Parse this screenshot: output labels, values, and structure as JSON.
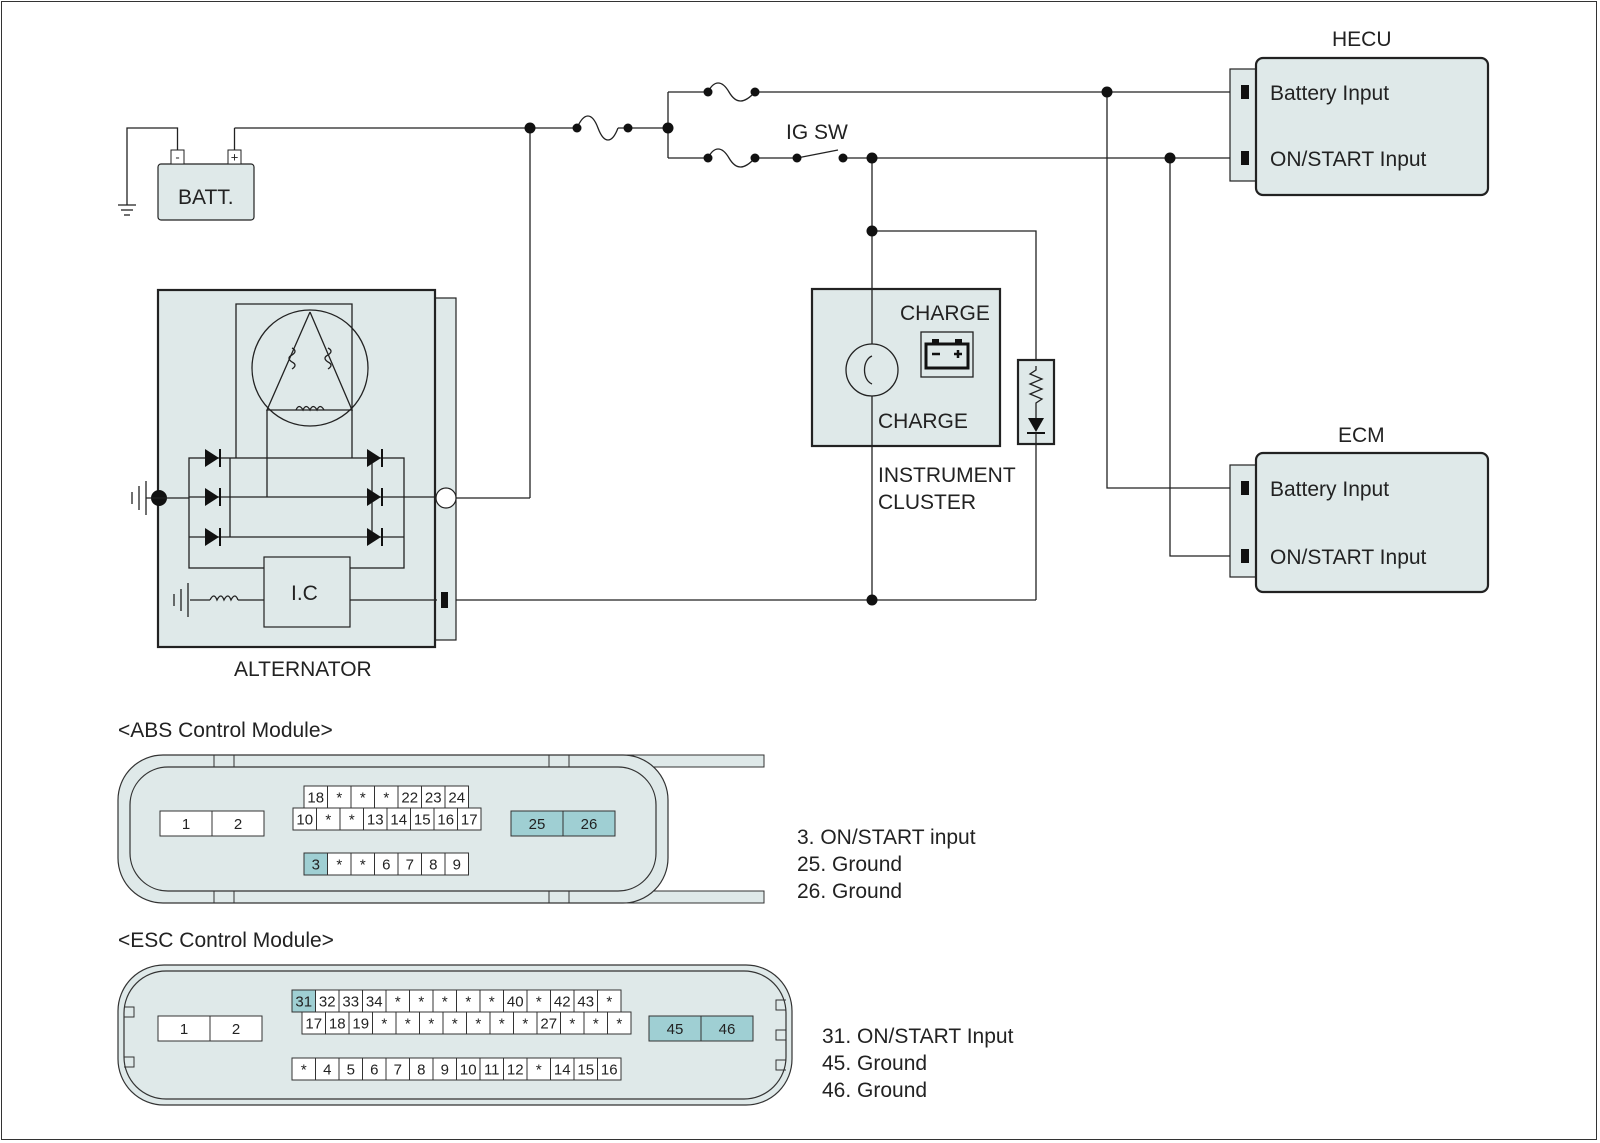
{
  "labels": {
    "batt": "BATT.",
    "batt_minus": "-",
    "batt_plus": "+",
    "ig_sw": "IG SW",
    "hecu_title": "HECU",
    "hecu_battery": "Battery Input",
    "hecu_onstart": "ON/START Input",
    "ecm_title": "ECM",
    "ecm_battery": "Battery Input",
    "ecm_onstart": "ON/START Input",
    "charge_top": "CHARGE",
    "charge_bottom": "CHARGE",
    "cluster_1": "INSTRUMENT",
    "cluster_2": "CLUSTER",
    "ic": "I.C",
    "alternator": "ALTERNATOR"
  },
  "abs": {
    "title": "<ABS Control Module>",
    "pins_left": [
      "1",
      "2"
    ],
    "row1": [
      "18",
      "*",
      "*",
      "*",
      "22",
      "23",
      "24"
    ],
    "row2": [
      "10",
      "*",
      "*",
      "13",
      "14",
      "15",
      "16",
      "17"
    ],
    "row3": [
      "3",
      "*",
      "*",
      "6",
      "7",
      "8",
      "9"
    ],
    "pins_right": [
      "25",
      "26"
    ],
    "legend": [
      "3. ON/START input",
      "25. Ground",
      "26. Ground"
    ]
  },
  "esc": {
    "title": "<ESC Control Module>",
    "pins_left": [
      "1",
      "2"
    ],
    "row1": [
      "31",
      "32",
      "33",
      "34",
      "*",
      "*",
      "*",
      "*",
      "*",
      "40",
      "*",
      "42",
      "43",
      "*"
    ],
    "row2": [
      "17",
      "18",
      "19",
      "*",
      "*",
      "*",
      "*",
      "*",
      "*",
      "*",
      "27",
      "*",
      "*",
      "*"
    ],
    "row3": [
      "*",
      "4",
      "5",
      "6",
      "7",
      "8",
      "9",
      "10",
      "11",
      "12",
      "*",
      "14",
      "15",
      "16"
    ],
    "pins_right": [
      "45",
      "46"
    ],
    "legend": [
      "31. ON/START Input",
      "45. Ground",
      "46. Ground"
    ]
  },
  "colors": {
    "module_fill": "#dfe9e9",
    "pin_highlight": "#9fcfd3",
    "line": "#222222"
  }
}
